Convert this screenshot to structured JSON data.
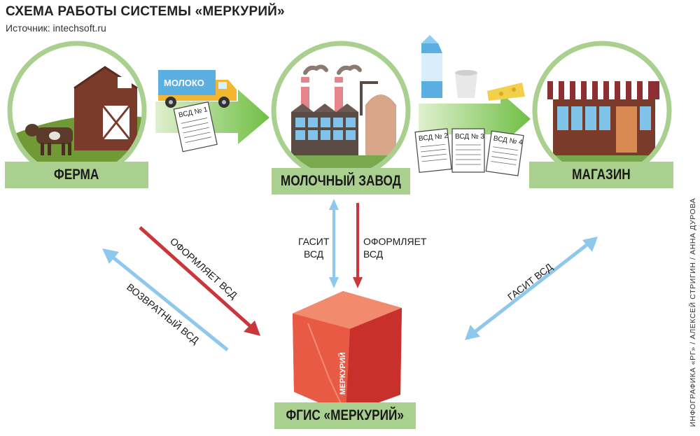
{
  "header": {
    "title": "СХЕМА РАБОТЫ СИСТЕМЫ «МЕРКУРИЙ»",
    "source": "Источник: intechsoft.ru"
  },
  "credit": "ИНФОГРАФИКА «РГ» / АЛЕКСЕЙ СТРИГИН / АННА ДУРОВА",
  "nodes": {
    "farm": "ФЕРМА",
    "dairy": "МОЛОЧНЫЙ ЗАВОД",
    "shop": "МАГАЗИН",
    "mercury": "ФГИС «МЕРКУРИЙ»"
  },
  "truck_label": "МОЛОКО",
  "cube_label": "МЕРКУРИЙ",
  "documents": [
    "ВСД № 1",
    "ВСД № 2",
    "ВСД № 3",
    "ВСД № 4"
  ],
  "edges": {
    "farm_issue": "ОФОРМЛЯЕТ ВСД",
    "farm_return": "ВОЗВРАТНЫЙ ВСД",
    "dairy_cancel_1": "ГАСИТ",
    "dairy_cancel_2": "ВСД",
    "dairy_issue_1": "ОФОРМЛЯЕТ",
    "dairy_issue_2": "ВСД",
    "shop_cancel": "ГАСИТ ВСД"
  },
  "colors": {
    "green_ring": "#a9d08e",
    "green_arrow": "#7cc04e",
    "red_arrow": "#c9363b",
    "blue_arrow": "#8ec8ec",
    "cube_red": "#e0403a"
  }
}
